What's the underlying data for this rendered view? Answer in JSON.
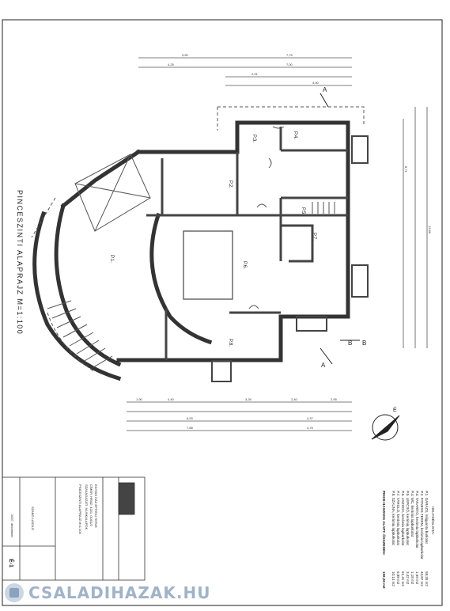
{
  "plan": {
    "title": "PINCESZINTI ALAPRAJZ M=1:100",
    "rooms": [
      "P.1.",
      "P.2.",
      "P.3.",
      "P.4.",
      "P.5.",
      "P.6.",
      "P.7.",
      "P.8."
    ],
    "section_markers": [
      "A",
      "A",
      "B",
      "B"
    ],
    "dims_top": [
      "9,50",
      "7,75",
      "4,25",
      "7,00",
      "2,91",
      "4,50"
    ],
    "dims_bottom": [
      "1,90",
      "4,40",
      "3,26",
      "2,40",
      "2,95",
      "6,53",
      "4,37",
      "7,88",
      "4,75"
    ],
    "dims_right": [
      "13,86",
      "8,71"
    ]
  },
  "legend": {
    "header": "HELYISÉGLISTA:",
    "rows": [
      {
        "label": "P.1. GARÁZS, műgyanta burkolat",
        "value": "58,35 m2"
      },
      {
        "label": "P.2. FITNESS TEREM, kerámia lapburkolat",
        "value": "49,87 m2"
      },
      {
        "label": "P.3. TAKARÍTÓ, kerámia lapburkolat",
        "value": "1,99 m2"
      },
      {
        "label": "P.4. WC, kerámia lapburkolat",
        "value": "1,18 m2"
      },
      {
        "label": "P.5. LÉPCSŐ, kerámia lapburkolat",
        "value": "3,42 m2"
      },
      {
        "label": "P.6. USZODA, kerámia lapburkolat",
        "value": "61,41 m2"
      },
      {
        "label": "P.7. TÁROLÓ, kerámia lapburkolat",
        "value": "5,88 m2"
      },
      {
        "label": "P.8. SZAUNA, kerámia lapburkolat",
        "value": "10,14 m2"
      }
    ],
    "total_label": "PINCE HASZNOS ALAPT. ÖSSZESEN:",
    "total_value": "192,28 m2"
  },
  "titleblock": {
    "project_lines": [
      "EGYEDI HÁZ ÉPÍTÉSI TERVE",
      "CÍMER, HRSZ: 4221, 01/01/2",
      "SZAKÁGAZATI: MUNKALAPOK"
    ],
    "drawing": "PINCESZINTI ALAPRAJZ M=1:100",
    "designer": "SZABÓ LÁSZLÓ",
    "date": "2007. december",
    "sheet_no": "É-1"
  },
  "watermark": "CSALADIHAZAK.HU"
}
